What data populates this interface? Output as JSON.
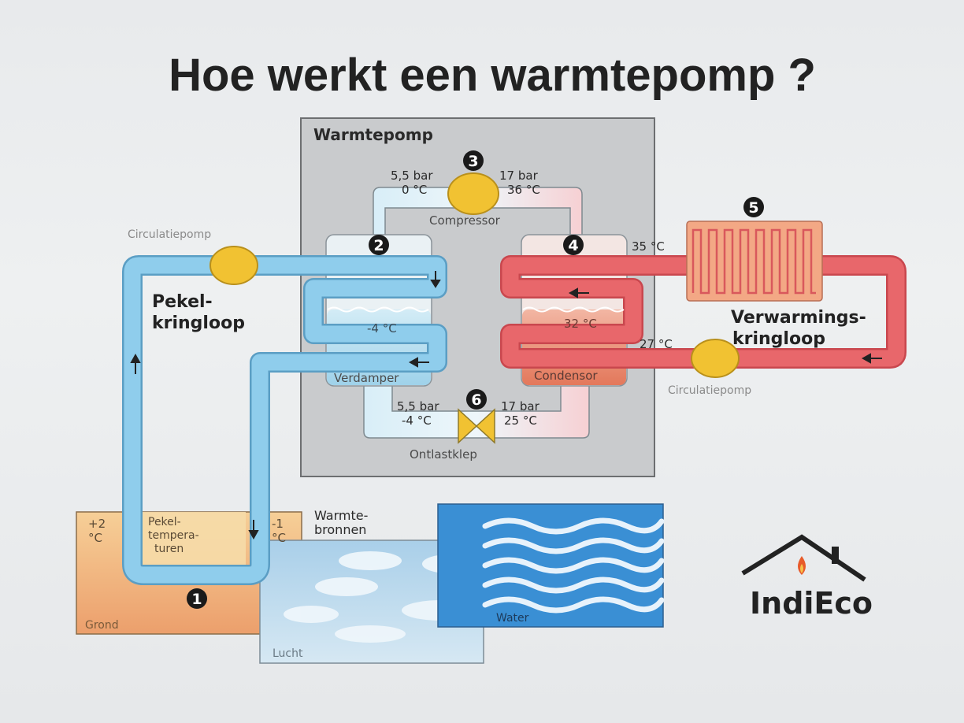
{
  "title": "Hoe werkt een warmtepomp ?",
  "box_title": "Warmtepomp",
  "labels": {
    "compressor": "Compressor",
    "verdamper": "Verdamper",
    "condensor": "Condensor",
    "ontlastklep": "Ontlastklep",
    "circulatiepomp_left": "Circulatiepomp",
    "circulatiepomp_right": "Circulatiepomp",
    "pekel_line1": "Pekel-",
    "pekel_line2": "kringloop",
    "verwarming_line1": "Verwarmings-",
    "verwarming_line2": "kringloop",
    "warmtebronnen_line1": "Warmte-",
    "warmtebronnen_line2": "bronnen",
    "grond": "Grond",
    "lucht": "Lucht",
    "water": "Water",
    "pekeltemp_line1": "Pekel-",
    "pekeltemp_line2": "tempera-",
    "pekeltemp_line3": "turen",
    "logo": "IndiEco"
  },
  "values": {
    "comp_in_bar": "5,5 bar",
    "comp_in_temp": "0 °C",
    "comp_out_bar": "17 bar",
    "comp_out_temp": "36 °C",
    "verdamper_temp": "-4 °C",
    "condensor_temp": "32 °C",
    "valve_left_bar": "5,5 bar",
    "valve_left_temp": "-4 °C",
    "valve_right_bar": "17 bar",
    "valve_right_temp": "25 °C",
    "supply_temp": "35 °C",
    "return_temp": "27 °C",
    "ground_left_l1": "+2",
    "ground_left_l2": "°C",
    "ground_right_l1": "-1",
    "ground_right_l2": "°C"
  },
  "markers": [
    "1",
    "2",
    "3",
    "4",
    "5",
    "6"
  ],
  "colors": {
    "cold_pipe": "#7ec3e6",
    "hot_pipe": "#e25a5e",
    "pump": "#f1c232",
    "box": "#c9cbcd",
    "ground": "#f0b676",
    "water": "#3a8fd4"
  }
}
